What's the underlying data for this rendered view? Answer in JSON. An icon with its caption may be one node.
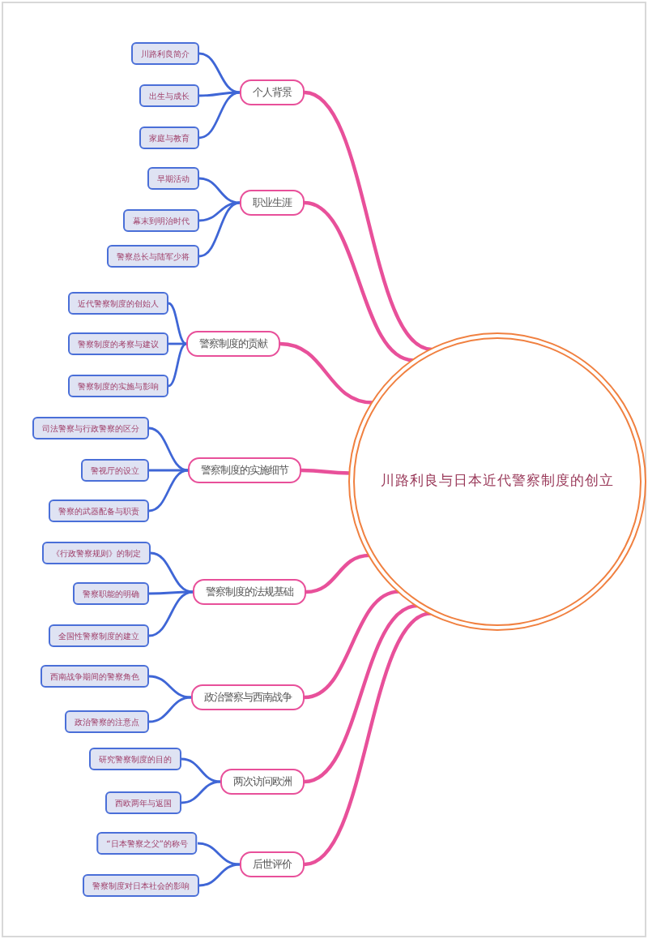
{
  "diagram": {
    "nodes": [
      {
        "text": [
          "川路利良与日本近代警察制度的创立"
        ]
      },
      {
        "text": [
          "个人背景"
        ]
      },
      {
        "text": [
          "川路利良简介"
        ]
      },
      {
        "text": [
          "出生与成长"
        ]
      },
      {
        "text": [
          "家庭与教育"
        ]
      },
      {
        "text": [
          "职业生涯"
        ]
      },
      {
        "text": [
          "早期活动"
        ]
      },
      {
        "text": [
          "幕末到明治时代"
        ]
      },
      {
        "text": [
          "警察总长与陆军少将"
        ]
      },
      {
        "text": [
          "警察制度的贡献"
        ]
      },
      {
        "text": [
          "近代警察制度的创始人"
        ]
      },
      {
        "text": [
          "警察制度的考察与建议"
        ]
      },
      {
        "text": [
          "警察制度的实施与影响"
        ]
      },
      {
        "text": [
          "警察制度的实施细节"
        ]
      },
      {
        "text": [
          "司法警察与行政警察的区分"
        ]
      },
      {
        "text": [
          "警视厅的设立"
        ]
      },
      {
        "text": [
          "警察的武器配备与职责"
        ]
      },
      {
        "text": [
          "警察制度的法规基础"
        ]
      },
      {
        "text": [
          "《行政警察规则》的制定"
        ]
      },
      {
        "text": [
          "警察职能的明确"
        ]
      },
      {
        "text": [
          "全国性警察制度的建立"
        ]
      },
      {
        "text": [
          "政治警察与西南战争"
        ]
      },
      {
        "text": [
          "西南战争期间的警察角色"
        ]
      },
      {
        "text": [
          "政治警察的注意点"
        ]
      },
      {
        "text": [
          "两次访问欧洲"
        ]
      },
      {
        "text": [
          "研究警察制度的目的"
        ]
      },
      {
        "text": [
          "西欧两年与返国"
        ]
      },
      {
        "text": [
          "后世评价"
        ]
      },
      {
        "text": [
          "“日本警察之父”的称号"
        ]
      },
      {
        "text": [
          "警察制度对日本社会的影响"
        ]
      }
    ],
    "edges": [
      {
        "from": 0,
        "to": 1,
        "arrow": "none",
        "color": "#e8509a"
      },
      {
        "from": 1,
        "to": 2,
        "arrow": "none",
        "color": "#3f66d6"
      },
      {
        "from": 1,
        "to": 3,
        "arrow": "none",
        "color": "#3f66d6"
      },
      {
        "from": 1,
        "to": 4,
        "arrow": "none",
        "color": "#3f66d6"
      },
      {
        "from": 0,
        "to": 5,
        "arrow": "none",
        "color": "#e8509a"
      },
      {
        "from": 5,
        "to": 6,
        "arrow": "none",
        "color": "#3f66d6"
      },
      {
        "from": 5,
        "to": 7,
        "arrow": "none",
        "color": "#3f66d6"
      },
      {
        "from": 5,
        "to": 8,
        "arrow": "none",
        "color": "#3f66d6"
      },
      {
        "from": 0,
        "to": 9,
        "arrow": "none",
        "color": "#e8509a"
      },
      {
        "from": 9,
        "to": 10,
        "arrow": "none",
        "color": "#3f66d6"
      },
      {
        "from": 9,
        "to": 11,
        "arrow": "none",
        "color": "#3f66d6"
      },
      {
        "from": 9,
        "to": 12,
        "arrow": "none",
        "color": "#3f66d6"
      },
      {
        "from": 0,
        "to": 13,
        "arrow": "none",
        "color": "#e8509a"
      },
      {
        "from": 13,
        "to": 14,
        "arrow": "none",
        "color": "#3f66d6"
      },
      {
        "from": 13,
        "to": 15,
        "arrow": "none",
        "color": "#3f66d6"
      },
      {
        "from": 13,
        "to": 16,
        "arrow": "none",
        "color": "#3f66d6"
      },
      {
        "from": 0,
        "to": 17,
        "arrow": "none",
        "color": "#e8509a"
      },
      {
        "from": 17,
        "to": 18,
        "arrow": "none",
        "color": "#3f66d6"
      },
      {
        "from": 17,
        "to": 19,
        "arrow": "none",
        "color": "#3f66d6"
      },
      {
        "from": 17,
        "to": 20,
        "arrow": "none",
        "color": "#3f66d6"
      },
      {
        "from": 0,
        "to": 21,
        "arrow": "none",
        "color": "#e8509a"
      },
      {
        "from": 21,
        "to": 22,
        "arrow": "none",
        "color": "#3f66d6"
      },
      {
        "from": 21,
        "to": 23,
        "arrow": "none",
        "color": "#3f66d6"
      },
      {
        "from": 0,
        "to": 24,
        "arrow": "none",
        "color": "#e8509a"
      },
      {
        "from": 24,
        "to": 25,
        "arrow": "none",
        "color": "#3f66d6"
      },
      {
        "from": 24,
        "to": 26,
        "arrow": "none",
        "color": "#3f66d6"
      },
      {
        "from": 0,
        "to": 27,
        "arrow": "none",
        "color": "#e8509a"
      },
      {
        "from": 27,
        "to": 28,
        "arrow": "none",
        "color": "#3f66d6"
      },
      {
        "from": 27,
        "to": 29,
        "arrow": "none",
        "color": "#3f66d6"
      }
    ]
  }
}
